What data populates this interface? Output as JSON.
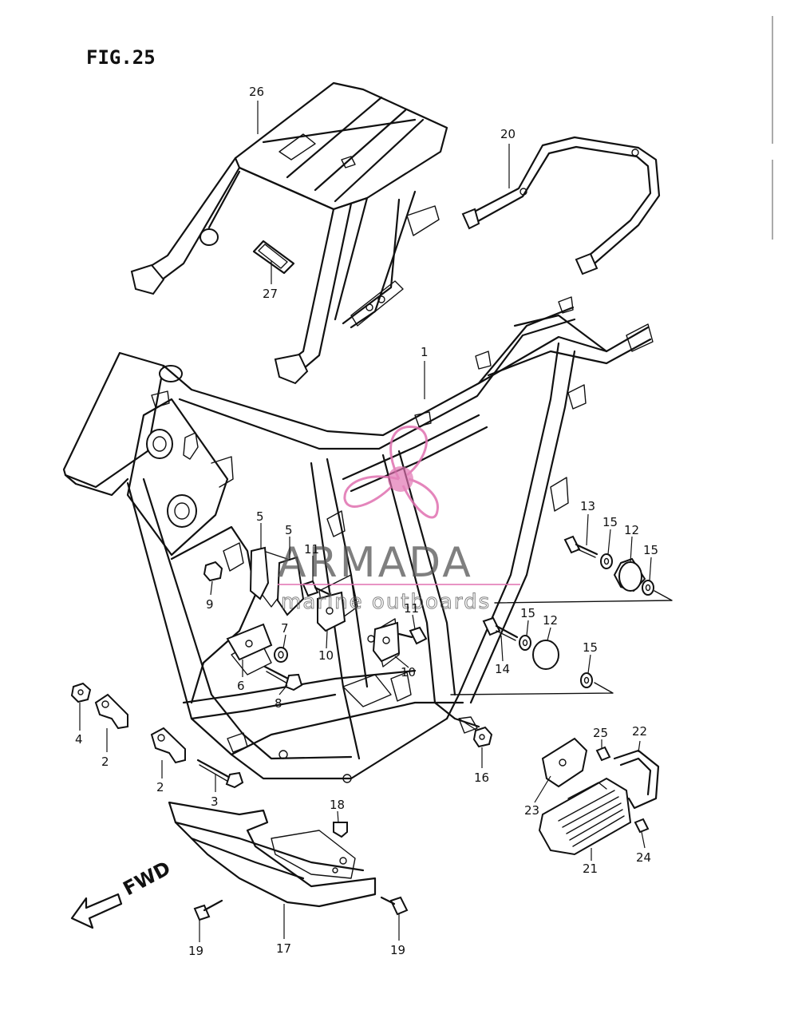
{
  "figure_label": "FIG.25",
  "fwd_label": "FWD",
  "watermark": {
    "title": "ARMADA",
    "subtitle": "marine outboards",
    "logo_color": "#e070b0",
    "text_color": "#555555"
  },
  "callouts": {
    "c1": "1",
    "c2a": "2",
    "c2b": "2",
    "c3": "3",
    "c4": "4",
    "c5a": "5",
    "c5b": "5",
    "c6": "6",
    "c7": "7",
    "c8": "8",
    "c9": "9",
    "c10a": "10",
    "c10b": "10",
    "c11a": "11",
    "c11b": "11",
    "c12a": "12",
    "c12b": "12",
    "c13": "13",
    "c14": "14",
    "c15a": "15",
    "c15b": "15",
    "c15c": "15",
    "c15d": "15",
    "c16": "16",
    "c17": "17",
    "c18": "18",
    "c19a": "19",
    "c19b": "19",
    "c20": "20",
    "c21": "21",
    "c22": "22",
    "c23": "23",
    "c24": "24",
    "c25": "25",
    "c26": "26",
    "c27": "27"
  }
}
